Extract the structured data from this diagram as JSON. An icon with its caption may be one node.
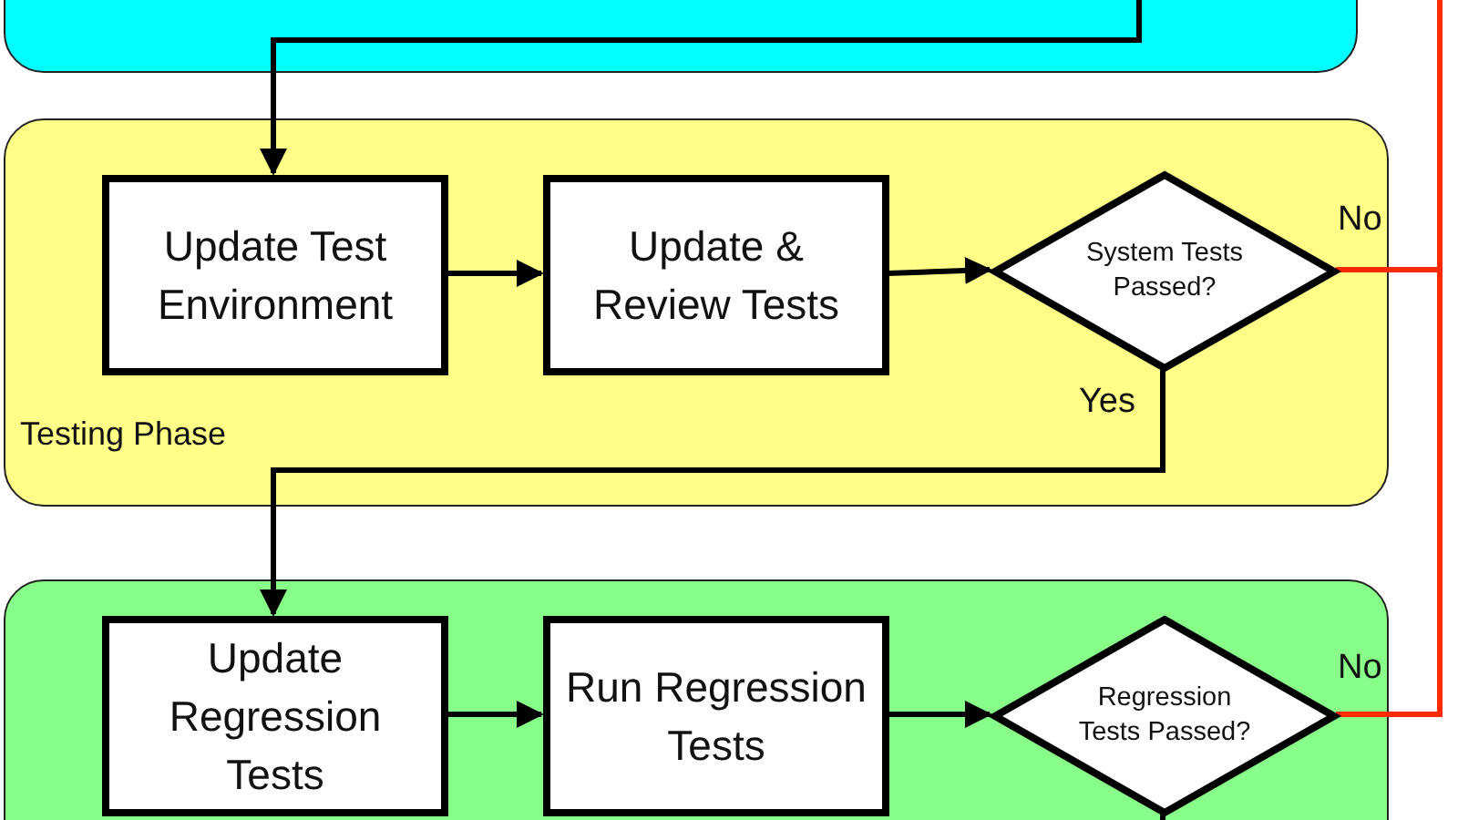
{
  "diagram": {
    "nodes": [
      {
        "text": [],
        "shape": "box"
      },
      {
        "text": [
          "Testing Phase"
        ]
      },
      {
        "text": [
          "Update Test Environment"
        ],
        "in": 1
      },
      {
        "text": [
          "Update & Review Tests"
        ],
        "in": 1
      },
      {
        "text": [
          "System Tests Passed?"
        ],
        "in": 1
      },
      {
        "text": [],
        "shape": "box"
      },
      {
        "text": [
          "Update Regression Tests"
        ],
        "in": 5
      },
      {
        "text": [
          "Run Regression Tests"
        ],
        "in": 5
      },
      {
        "text": [
          "Regression Tests Passed?"
        ],
        "in": 5
      }
    ],
    "edges": [
      {
        "from": 0,
        "to": 2,
        "arrow": "to"
      },
      {
        "from": 2,
        "to": 3,
        "arrow": "to"
      },
      {
        "from": 3,
        "to": 4,
        "arrow": "to"
      },
      {
        "from": 4,
        "to": null,
        "arrow": "none",
        "label": "No",
        "color": "#ff2a00"
      },
      {
        "from": 4,
        "to": 6,
        "arrow": "to",
        "label": "Yes"
      },
      {
        "from": 6,
        "to": 7,
        "arrow": "to"
      },
      {
        "from": 7,
        "to": 8,
        "arrow": "to"
      },
      {
        "from": 8,
        "to": null,
        "arrow": "none",
        "label": "No",
        "color": "#ff2a00"
      },
      {
        "from": 8,
        "to": null,
        "arrow": "none"
      }
    ]
  }
}
